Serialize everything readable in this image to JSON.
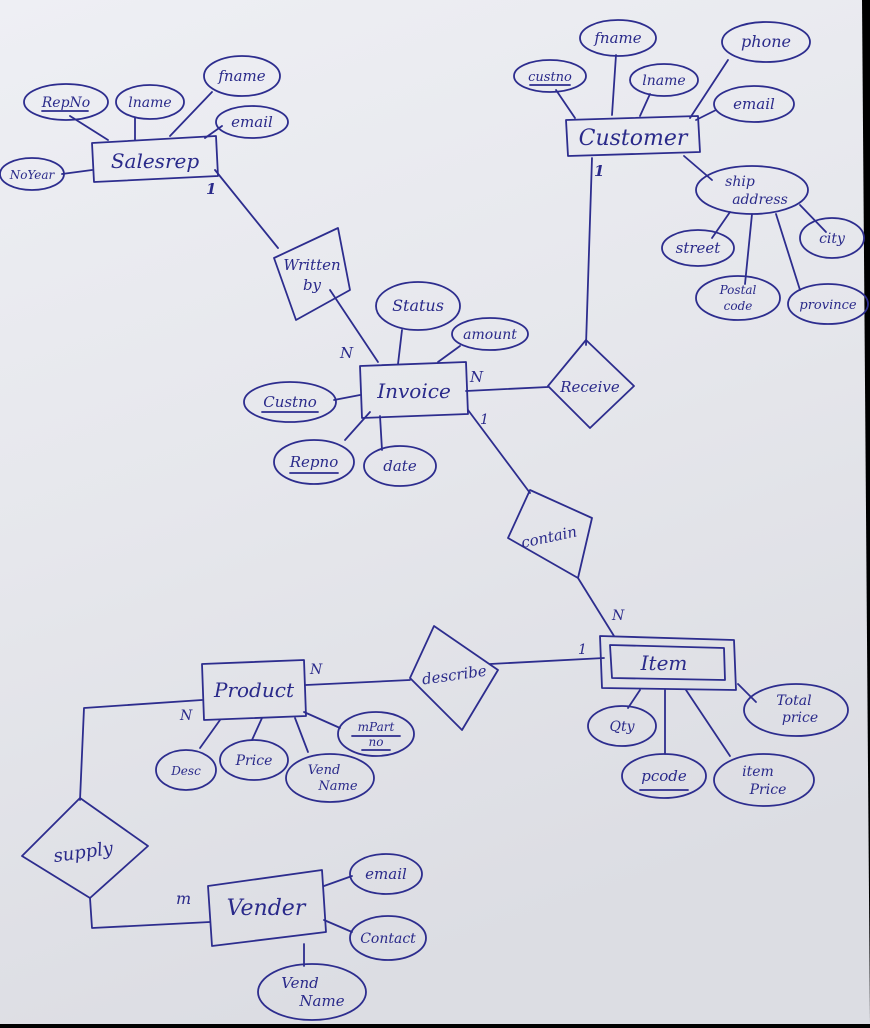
{
  "colors": {
    "ink": "#2d2d8e",
    "paper": "#e9eaf0"
  },
  "entities": {
    "salesrep": "Salesrep",
    "customer": "Customer",
    "invoice": "Invoice",
    "item": "Item",
    "product": "Product",
    "vender": "Vender"
  },
  "relationships": {
    "written_by_1": "Written",
    "written_by_2": "by",
    "receive": "Receive",
    "contain": "contain",
    "describe": "describe",
    "supply": "supply"
  },
  "attributes": {
    "salesrep": {
      "repno": "RepNo",
      "lname": "lname",
      "fname": "fname",
      "email": "email",
      "noyear": "NoYear"
    },
    "customer": {
      "custno": "custno",
      "fname": "fname",
      "lname": "lname",
      "phone": "phone",
      "email": "email",
      "ship_address_1": "ship",
      "ship_address_2": "address",
      "street": "street",
      "city": "city",
      "postal_1": "Postal",
      "postal_2": "code",
      "province": "province"
    },
    "invoice": {
      "status": "Status",
      "amount": "amount",
      "custno": "Custno",
      "repno": "Repno",
      "date": "date"
    },
    "product": {
      "desc": "Desc",
      "price": "Price",
      "vend_name_1": "Vend",
      "vend_name_2": "Name",
      "mpart_1": "mPart",
      "mpart_2": "no"
    },
    "item": {
      "qty": "Qty",
      "pcode": "pcode",
      "item_price_1": "item",
      "item_price_2": "Price",
      "total_price_1": "Total",
      "total_price_2": "price"
    },
    "vender": {
      "email": "email",
      "contact": "Contact",
      "vend_name_1": "Vend",
      "vend_name_2": "Name"
    }
  },
  "cardinalities": {
    "salesrep_written": "1",
    "invoice_written": "N",
    "customer_receive": "1",
    "invoice_receive": "N",
    "invoice_contain": "1",
    "item_contain": "N",
    "item_describe": "1",
    "product_describe": "N",
    "product_supply": "N",
    "vender_supply": "m"
  }
}
